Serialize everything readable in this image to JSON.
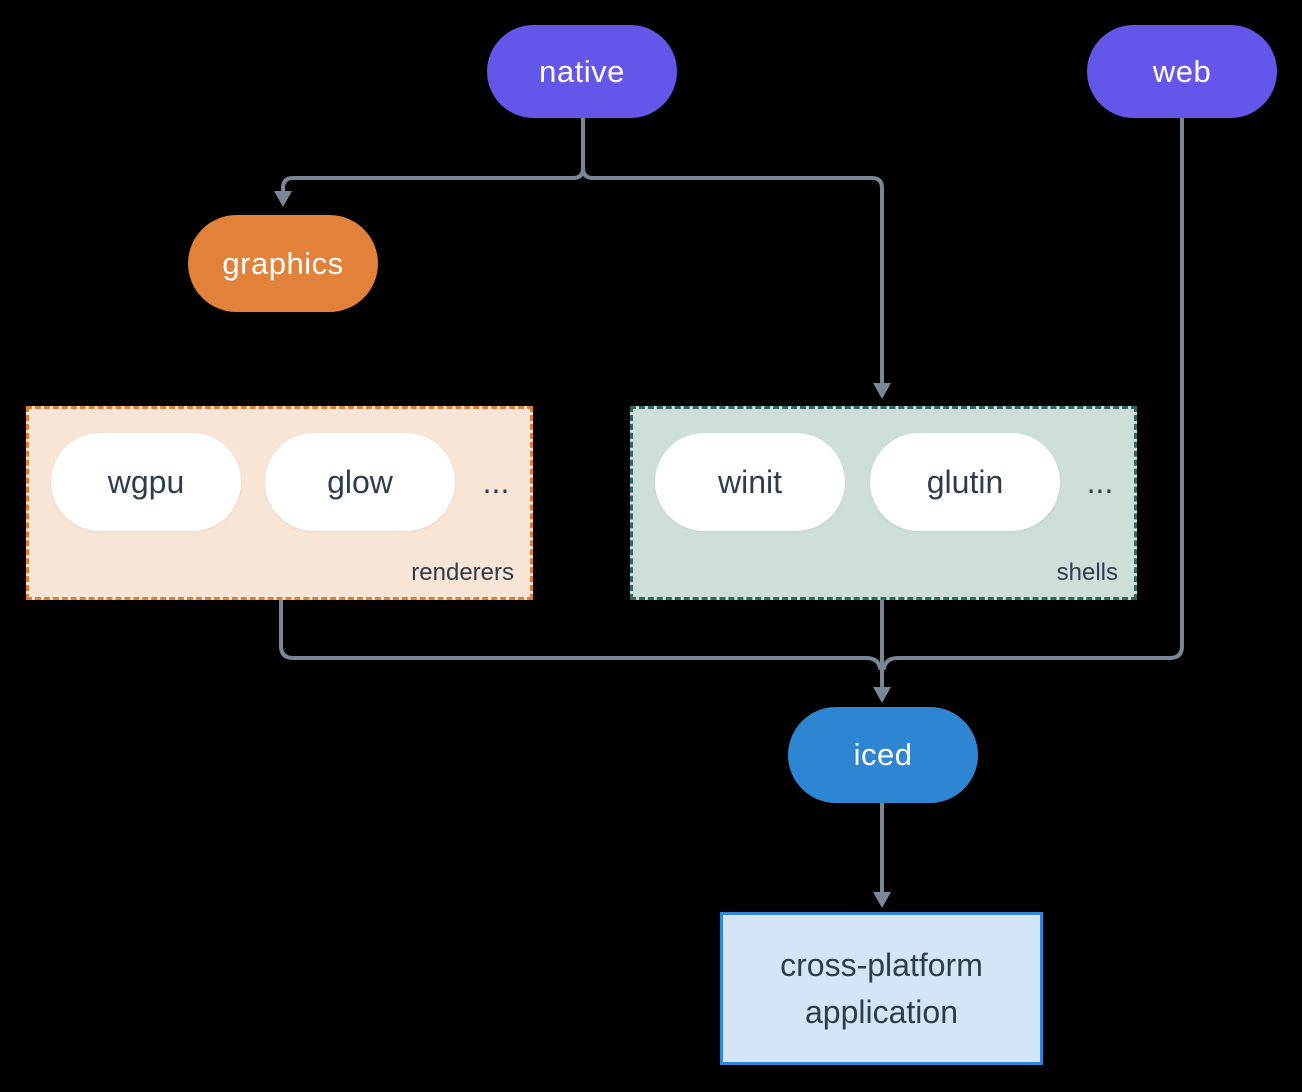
{
  "diagram": {
    "nodes": {
      "native": {
        "label": "native"
      },
      "web": {
        "label": "web"
      },
      "graphics": {
        "label": "graphics"
      },
      "iced": {
        "label": "iced"
      },
      "app": {
        "label": "cross-platform application"
      }
    },
    "groups": {
      "renderers": {
        "label": "renderers",
        "items": [
          "wgpu",
          "glow"
        ],
        "ellipsis": "..."
      },
      "shells": {
        "label": "shells",
        "items": [
          "winit",
          "glutin"
        ],
        "ellipsis": "..."
      }
    }
  },
  "colors": {
    "background": "#000000",
    "node_purple": "#6456E8",
    "node_orange": "#E2823A",
    "node_blue": "#2E86D3",
    "group_renderers_bg": "#F9E5D6",
    "group_renderers_border": "#E07F33",
    "group_shells_bg": "#CEDFD9",
    "group_shells_border": "#2E6B5E",
    "app_box_bg": "#D4E5F7",
    "app_box_border": "#3186D8",
    "pill_bg": "#FFFFFF",
    "text_dark": "#2E3D4D",
    "text_light": "#FFFFFF",
    "connector": "#7A8796"
  }
}
